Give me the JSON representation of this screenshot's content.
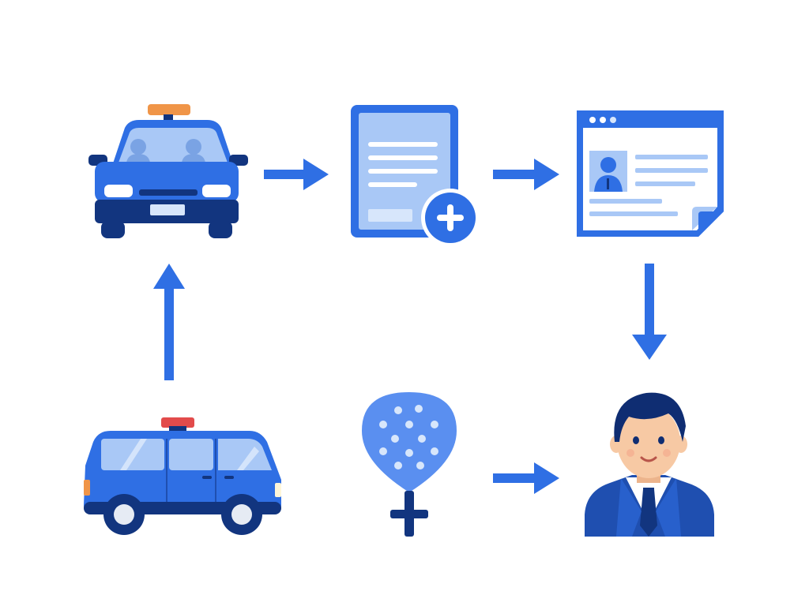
{
  "diagram": {
    "nodes": [
      {
        "id": "taxi",
        "icon": "taxi-car-icon"
      },
      {
        "id": "new-document",
        "icon": "document-add-icon"
      },
      {
        "id": "web-profile",
        "icon": "profile-webpage-icon"
      },
      {
        "id": "officer",
        "icon": "businessman-avatar-icon"
      },
      {
        "id": "balloon",
        "icon": "dotted-balloon-icon"
      },
      {
        "id": "police-van",
        "icon": "police-van-icon"
      }
    ],
    "edges": [
      {
        "from": "taxi",
        "to": "new-document",
        "direction": "right"
      },
      {
        "from": "new-document",
        "to": "web-profile",
        "direction": "right"
      },
      {
        "from": "web-profile",
        "to": "officer",
        "direction": "down"
      },
      {
        "from": "balloon",
        "to": "officer",
        "direction": "right"
      },
      {
        "from": "police-van",
        "to": "taxi",
        "direction": "up"
      }
    ]
  },
  "colors": {
    "primary": "#2f6fe4",
    "dark": "#12357f",
    "light": "#a9c8f6",
    "pale": "#d7e6fb",
    "accent_orange": "#f09548",
    "accent_red": "#e24b4b",
    "skin": "#f7c9a4",
    "hair": "#0f2d72"
  }
}
